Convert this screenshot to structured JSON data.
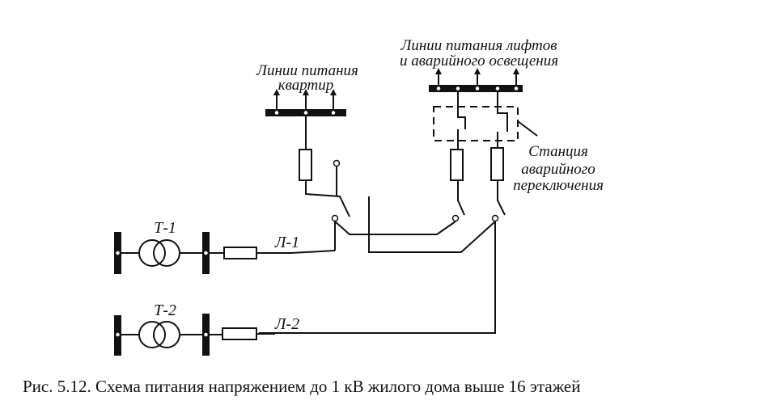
{
  "diagram": {
    "labels": {
      "apartments_line1": "Линии питания",
      "apartments_line2": "квартир",
      "lifts_line1": "Линии питания лифтов",
      "lifts_line2": "и аварийного освещения",
      "station_line1": "Станция",
      "station_line2": "аварийного",
      "station_line3": "переключения",
      "t1": "Т-1",
      "t2": "Т-2",
      "l1": "Л-1",
      "l2": "Л-2"
    },
    "caption": "Рис. 5.12. Схема питания напряжением до 1 кВ жилого дома выше 16 этажей"
  }
}
